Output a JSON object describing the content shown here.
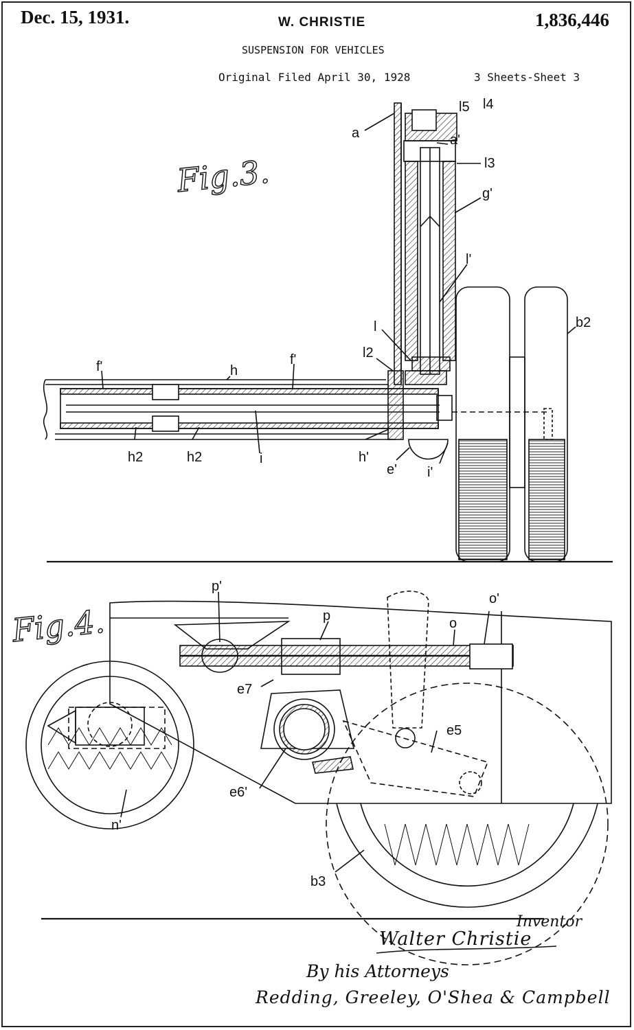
{
  "header": {
    "date": "Dec. 15, 1931.",
    "inventor_name": "W. CHRISTIE",
    "patent_number": "1,836,446",
    "title": "SUSPENSION FOR VEHICLES",
    "filed": "Original Filed April 30, 1928",
    "sheet": "3 Sheets-Sheet 3"
  },
  "figures": {
    "fig3": {
      "title": "Fig.3.",
      "labels": [
        "a",
        "a'",
        "l5",
        "l4",
        "l3",
        "g'",
        "l'",
        "l",
        "l2",
        "b2",
        "f'",
        "h",
        "f'",
        "h2",
        "h2",
        "i",
        "h'",
        "e'",
        "i'"
      ]
    },
    "fig4": {
      "title": "Fig.4.",
      "labels": [
        "p'",
        "p",
        "o",
        "o'",
        "e7",
        "e5",
        "e6'",
        "n'",
        "b3"
      ]
    }
  },
  "signature": {
    "inventor_label": "Inventor",
    "inventor_signature": "Walter Christie",
    "by_attorneys": "By his Attorneys",
    "attorneys_signature": "Redding, Greeley, O'Shea & Campbell"
  }
}
